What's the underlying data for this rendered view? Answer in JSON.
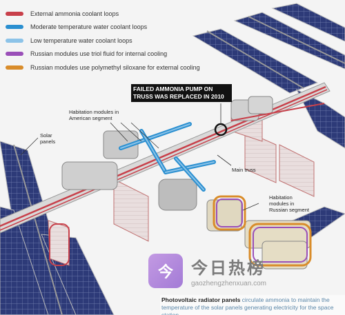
{
  "legend": [
    {
      "label": "External ammonia coolant loops",
      "color": "#c8404a"
    },
    {
      "label": "Moderate temperature water coolant loops",
      "color": "#2a8fd0"
    },
    {
      "label": "Low temperature water coolant loops",
      "color": "#8cc3e8"
    },
    {
      "label": "Russian modules use triol fluid for internal cooling",
      "color": "#9a4fb8"
    },
    {
      "label": "Russian modules use polymethyl siloxane for external cooling",
      "color": "#d98c2a"
    }
  ],
  "callout": "FAILED AMMONIA PUMP ON TRUSS WAS REPLACED IN 2010",
  "labels": {
    "habitation_us": "Habitation modules in American segment",
    "solar_panels": "Solar panels",
    "main_truss": "Main truss",
    "habitation_ru": "Habitation modules in Russian segment"
  },
  "caption": {
    "bold": "Photovoltaic radiator panels",
    "text": " circulate ammonia to maintain the temperature of the solar panels generating electricity for the space station"
  },
  "watermark": {
    "logo": "今",
    "title": "今日热榜",
    "url": "gaozhengzhenxuan.com"
  }
}
